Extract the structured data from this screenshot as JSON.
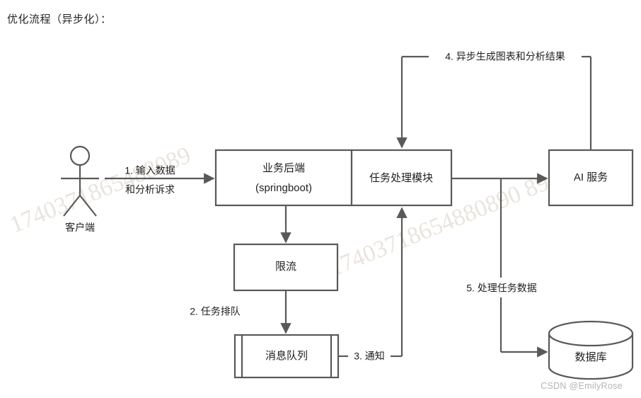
{
  "page": {
    "title": "优化流程（异步化）：",
    "background_color": "#ffffff",
    "stroke_color": "#595959",
    "text_color": "#1f1f1f"
  },
  "watermark": {
    "credit": "CSDN @EmilyRose",
    "number_left": "1740371865488089",
    "number_right": "17403718654880890 89"
  },
  "actor": {
    "label": "客户端"
  },
  "nodes": {
    "business_backend": "业务后端\n(springboot)",
    "business_backend_line1": "业务后端",
    "business_backend_line2": "(springboot)",
    "task_module": "任务处理模块",
    "rate_limit": "限流",
    "message_queue": "消息队列",
    "ai_service": "AI 服务",
    "database": "数据库"
  },
  "edges": {
    "e1_line1": "1. 输入数据",
    "e1_line2": "和分析诉求",
    "e2": "2. 任务排队",
    "e3": "3. 通知",
    "e4": "4. 异步生成图表和分析结果",
    "e5": "5. 处理任务数据"
  }
}
